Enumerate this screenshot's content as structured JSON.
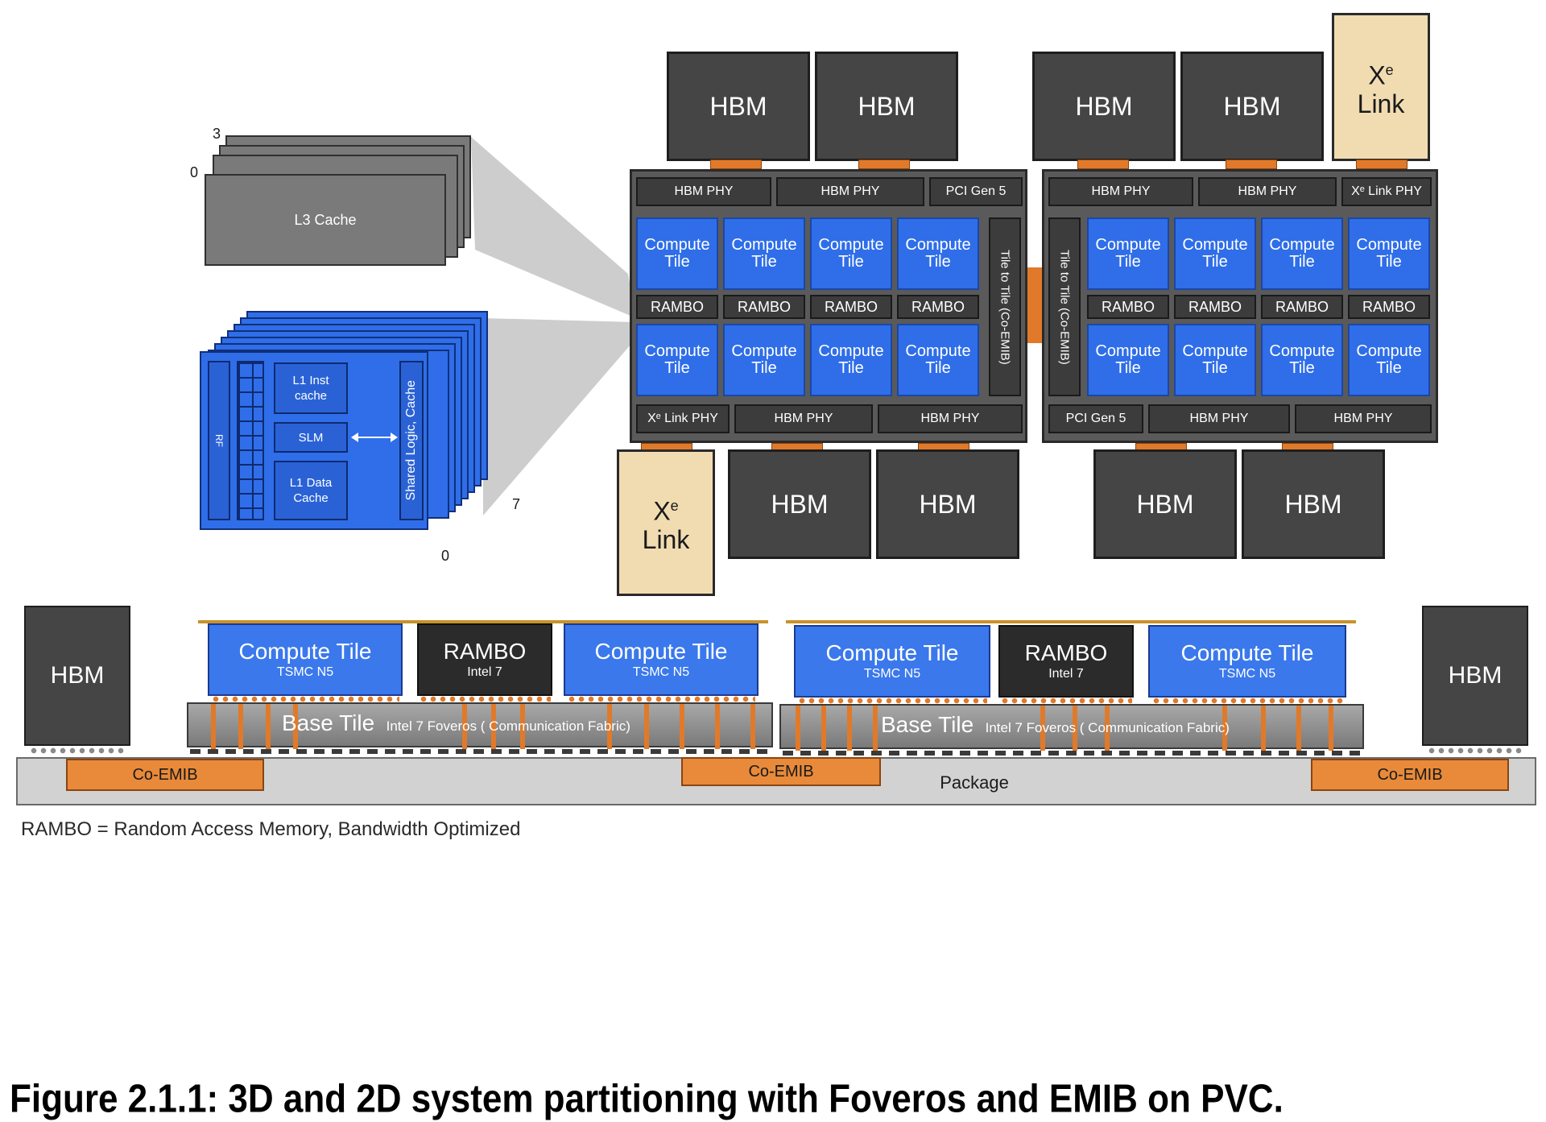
{
  "caption": "Figure 2.1.1: 3D and 2D system partitioning with Foveros and EMIB on PVC.",
  "legend_note": "RAMBO = Random Access Memory, Bandwidth Optimized",
  "top_view": {
    "hbm_label": "HBM",
    "xe_link": {
      "main": "X",
      "sup": "e",
      "word": "Link"
    },
    "left_stack": {
      "top_row": [
        "HBM PHY",
        "HBM PHY",
        "PCI Gen 5"
      ],
      "bottom_row": [
        "Xᵉ Link PHY",
        "HBM PHY",
        "HBM PHY"
      ],
      "t2t_label": "Tile to Tile (Co-EMIB)"
    },
    "right_stack": {
      "top_row": [
        "HBM PHY",
        "HBM PHY",
        "Xᵉ Link PHY"
      ],
      "bottom_row": [
        "PCI Gen 5",
        "HBM PHY",
        "HBM PHY"
      ],
      "t2t_label": "Tile to Tile (Co-EMIB)"
    },
    "compute_tile": {
      "line1": "Compute",
      "line2": "Tile"
    },
    "rambo_label": "RAMBO"
  },
  "zoom": {
    "l3_label": "L3 Cache",
    "l3_index_top": "3",
    "l3_index_bottom": "0",
    "cu_index_right": "7",
    "cu_index_bottom": "0",
    "rf_label": "RF",
    "l1_inst": {
      "line1": "L1 Inst",
      "line2": "cache"
    },
    "slm_label": "SLM",
    "l1_data": {
      "line1": "L1 Data",
      "line2": "Cache"
    },
    "shared_label": "Shared Logic, Cache"
  },
  "side_view": {
    "hbm_label": "HBM",
    "compute_tile": {
      "main": "Compute Tile",
      "sub": "TSMC N5"
    },
    "rambo": {
      "main": "RAMBO",
      "sub": "Intel 7"
    },
    "base_tile": {
      "main": "Base Tile",
      "sub": "Intel 7 Foveros ( Communication Fabric)"
    },
    "co_emib_label": "Co-EMIB",
    "package_label": "Package"
  }
}
